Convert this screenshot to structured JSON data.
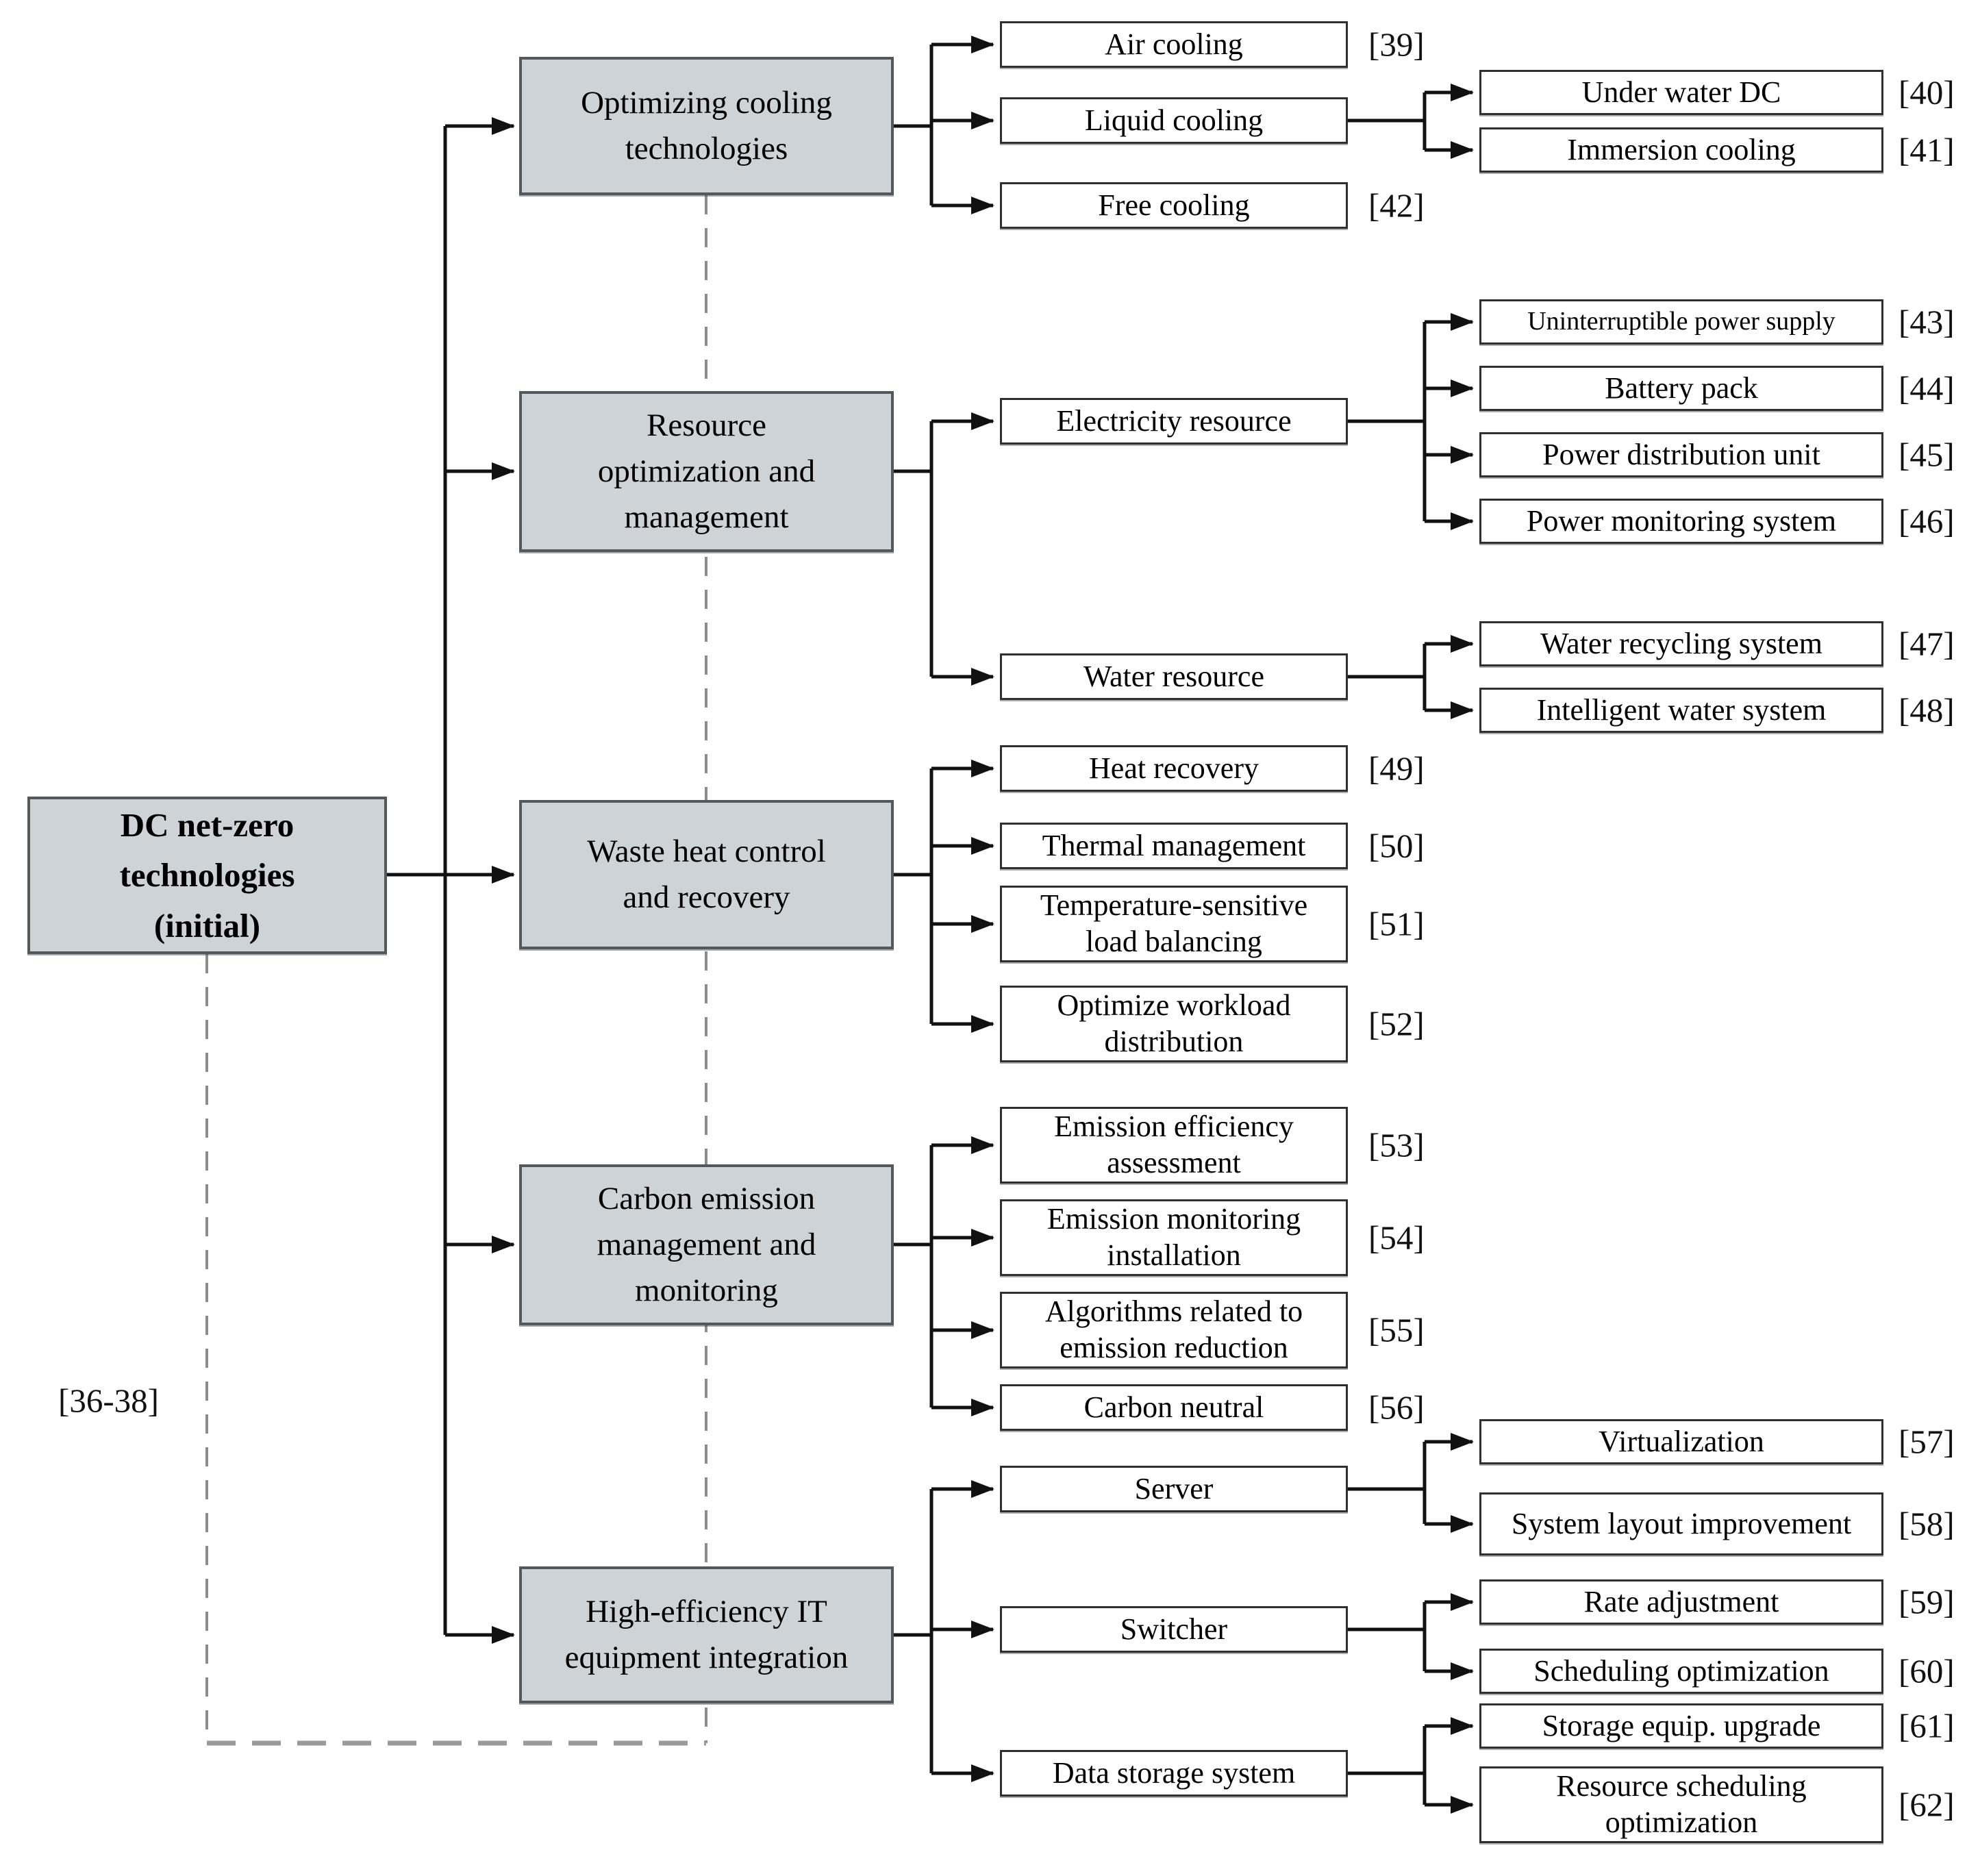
{
  "root": {
    "label": "DC net-zero\ntechnologies\n(initial)",
    "ref": "[36-38]"
  },
  "categories": {
    "cooling": {
      "label": "Optimizing cooling\ntechnologies"
    },
    "resource": {
      "label": "Resource\noptimization and\nmanagement"
    },
    "waste_heat": {
      "label": "Waste heat control\nand recovery"
    },
    "carbon": {
      "label": "Carbon emission\nmanagement and\nmonitoring"
    },
    "it": {
      "label": "High-efficiency IT\nequipment integration"
    }
  },
  "nodes": {
    "air_cooling": {
      "label": "Air cooling",
      "ref": "[39]"
    },
    "liquid_cooling": {
      "label": "Liquid cooling"
    },
    "free_cooling": {
      "label": "Free cooling",
      "ref": "[42]"
    },
    "under_water_dc": {
      "label": "Under water DC",
      "ref": "[40]"
    },
    "immersion_cooling": {
      "label": "Immersion cooling",
      "ref": "[41]"
    },
    "electricity_resource": {
      "label": "Electricity resource"
    },
    "water_resource": {
      "label": "Water resource"
    },
    "ups": {
      "label": "Uninterruptible power supply",
      "ref": "[43]"
    },
    "battery_pack": {
      "label": "Battery pack",
      "ref": "[44]"
    },
    "power_distribution_unit": {
      "label": "Power distribution unit",
      "ref": "[45]"
    },
    "power_monitoring_system": {
      "label": "Power monitoring system",
      "ref": "[46]"
    },
    "water_recycling_system": {
      "label": "Water recycling system",
      "ref": "[47]"
    },
    "intelligent_water_system": {
      "label": "Intelligent water system",
      "ref": "[48]"
    },
    "heat_recovery": {
      "label": "Heat recovery",
      "ref": "[49]"
    },
    "thermal_management": {
      "label": "Thermal management",
      "ref": "[50]"
    },
    "temp_sensitive_load_balancing": {
      "label": "Temperature-sensitive\nload balancing",
      "ref": "[51]"
    },
    "optimize_workload_distribution": {
      "label": "Optimize workload\ndistribution",
      "ref": "[52]"
    },
    "emission_efficiency_assessment": {
      "label": "Emission efficiency\nassessment",
      "ref": "[53]"
    },
    "emission_monitoring_installation": {
      "label": "Emission monitoring\ninstallation",
      "ref": "[54]"
    },
    "algorithms_emission_reduction": {
      "label": "Algorithms related to\nemission reduction",
      "ref": "[55]"
    },
    "carbon_neutral": {
      "label": "Carbon neutral",
      "ref": "[56]"
    },
    "server": {
      "label": "Server"
    },
    "switcher": {
      "label": "Switcher"
    },
    "data_storage_system": {
      "label": "Data storage system"
    },
    "virtualization": {
      "label": "Virtualization",
      "ref": "[57]"
    },
    "system_layout_improvement": {
      "label": "System layout improvement",
      "ref": "[58]"
    },
    "rate_adjustment": {
      "label": "Rate adjustment",
      "ref": "[59]"
    },
    "scheduling_optimization": {
      "label": "Scheduling optimization",
      "ref": "[60]"
    },
    "storage_equip_upgrade": {
      "label": "Storage equip. upgrade",
      "ref": "[61]"
    },
    "resource_scheduling_optimization": {
      "label": "Resource scheduling\noptimization",
      "ref": "[62]"
    }
  },
  "colors": {
    "category_fill": "#ced3d8",
    "category_border": "#53585d",
    "leaf_border": "#303030",
    "line": "#111111",
    "dashed_line": "#8c8c8c"
  }
}
